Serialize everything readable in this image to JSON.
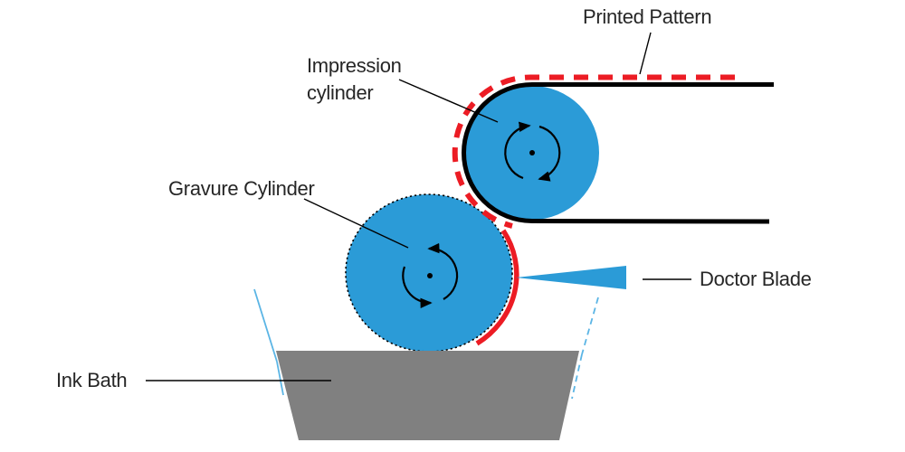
{
  "labels": {
    "printed_pattern": "Printed Pattern",
    "impression_cylinder_line1": "Impression",
    "impression_cylinder_line2": "cylinder",
    "gravure_cylinder": "Gravure Cylinder",
    "doctor_blade": "Doctor Blade",
    "ink_bath": "Ink Bath"
  },
  "colors": {
    "cylinder_blue": "#2B9BD7",
    "printed_ink_red": "#EC1C24",
    "ink_bath_gray": "#808080",
    "bath_wall_light_blue": "#5BB5E5",
    "web_black": "#000000",
    "label_text": "#262626"
  },
  "rotation": {
    "impression_cylinder_direction": "clockwise",
    "gravure_cylinder_direction": "counterclockwise"
  }
}
